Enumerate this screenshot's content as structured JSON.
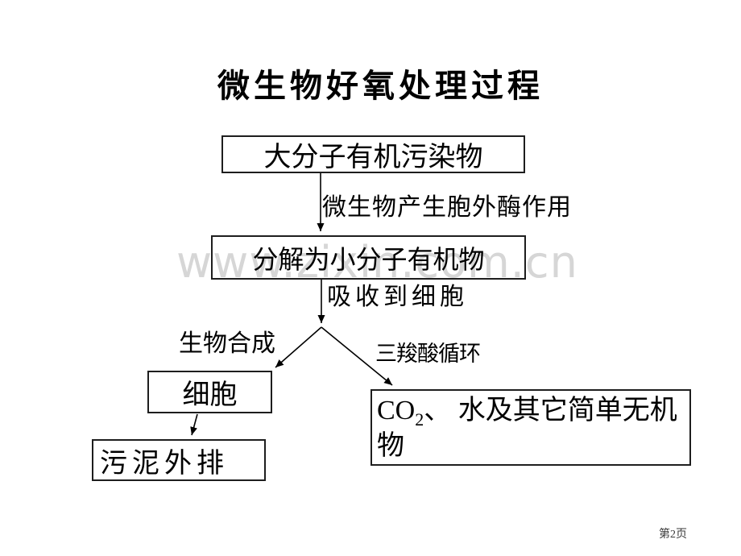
{
  "slide": {
    "title": "微生物好氧处理过程",
    "watermark": "www.zixin.com.cn",
    "page_label": "第2页"
  },
  "flowchart": {
    "box_macromolecule": "大分子有机污染物",
    "box_small_molecule": "分解为小分子有机物",
    "box_cell": "细胞",
    "box_sludge": "污泥外排",
    "box_co2_prefix": "CO",
    "box_co2_subscript": "2",
    "box_co2_rest": "、 水及其它简单无机物",
    "label_enzyme": "微生物产生胞外酶作用",
    "label_absorb": "吸收到细胞",
    "label_biosynthesis": "生物合成",
    "label_tca": "三羧酸循环"
  },
  "colors": {
    "background": "#ffffff",
    "text": "#000000",
    "box_border": "#1e1e1e",
    "watermark": "#d6d6d6",
    "page_label": "#3a3a3a"
  }
}
